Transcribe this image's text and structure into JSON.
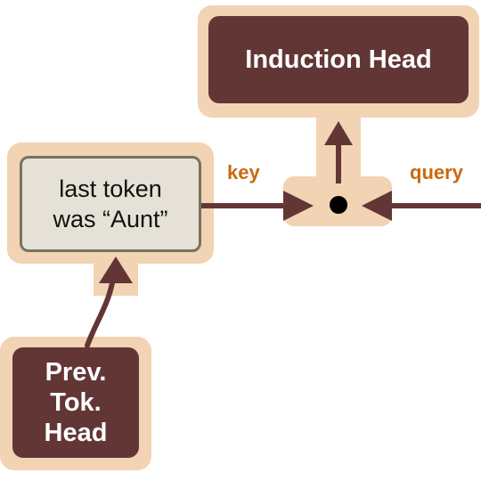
{
  "nodes": {
    "induction_head": "Induction Head",
    "last_token": "last token was “Aunt”",
    "prev_tok_head": "Prev. Tok. Head"
  },
  "edges": {
    "key_label": "key",
    "query_label": "query"
  },
  "colors": {
    "halo": "#f2d3b3",
    "dark_box": "#633636",
    "light_box": "#e6e1d6",
    "light_box_border": "#77735f",
    "label": "#c8690f"
  }
}
